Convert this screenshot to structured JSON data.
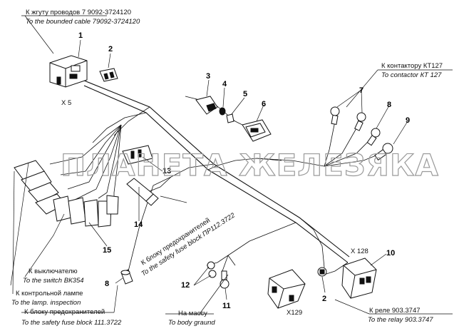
{
  "watermark": "ПЛАНЕТА ЖЕЛЕЗЯКА",
  "labels": {
    "bundle_ru": "К жгуту проводов 7 9092-3724120",
    "bundle_en": "To the bounded cable 79092-3724120",
    "contactor_ru": "К контактору КТ127",
    "contactor_en": "To contactor КТ 127",
    "switch_ru": "К выключателю",
    "switch_en": "To the switch ВК354",
    "lamp_ru": "К контрольной лампе",
    "lamp_en": "To the lamp. inspection",
    "fuseblock_ru": "К блоку предохранителей",
    "fuseblock_en": "To the safety fuse block 111.3722",
    "fuse_pr_ru": "К блоку предохранителей",
    "fuse_pr_en": "To the safety fuse block ПР112.3722",
    "mass_ru": "На массу",
    "mass_en": "To body graund",
    "relay_ru": "К реле 903.3747",
    "relay_en": "To the relay 903.3747"
  },
  "connector_refs": {
    "x5": "X 5",
    "x128": "X 128",
    "x129": "X129"
  },
  "callouts": {
    "c1": "1",
    "c2a": "2",
    "c2b": "2",
    "c3": "3",
    "c4": "4",
    "c5": "5",
    "c6": "6",
    "c7": "7",
    "c8a": "8",
    "c8b": "8",
    "c9": "9",
    "c10": "10",
    "c11": "11",
    "c12": "12",
    "c13": "13",
    "c14": "14",
    "c15": "15"
  }
}
